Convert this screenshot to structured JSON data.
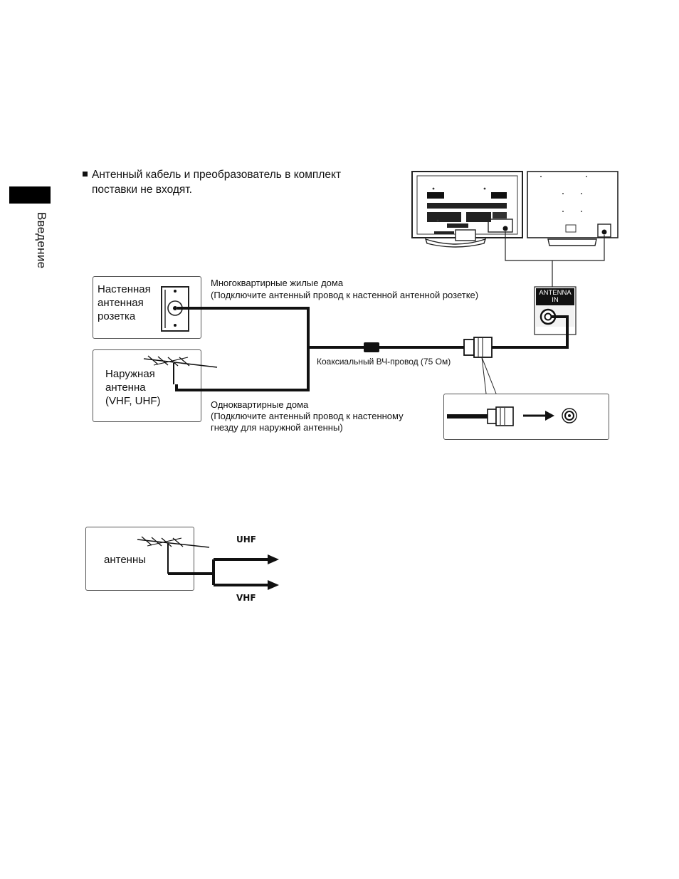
{
  "side_label": "Введение",
  "note": {
    "line1": "Антенный кабель и преобразователь в комплект",
    "line2": "поставки не входят."
  },
  "wall_outlet": {
    "label_line1": "Настенная",
    "label_line2": "антенная",
    "label_line3": "розетка"
  },
  "outdoor_antenna": {
    "label_line1": "Наружная",
    "label_line2": "антенна",
    "label_line3": "(VHF, UHF)"
  },
  "apartment": {
    "title": "Многоквартирные жилые дома",
    "desc": "(Подключите антенный провод к настенной антенной розетке)"
  },
  "cable_label": "Коаксиальный ВЧ-провод (75 Ом)",
  "single_family": {
    "title": "Одноквартирные дома",
    "desc_line1": "(Подключите антенный провод к настенному",
    "desc_line2": "гнезду для наружной антенны)"
  },
  "antenna_in": {
    "line1": "ANTENNA",
    "line2": "IN"
  },
  "lower_antenna_label": "антенны",
  "band_uhf": "UHF",
  "band_vhf": "VHF"
}
